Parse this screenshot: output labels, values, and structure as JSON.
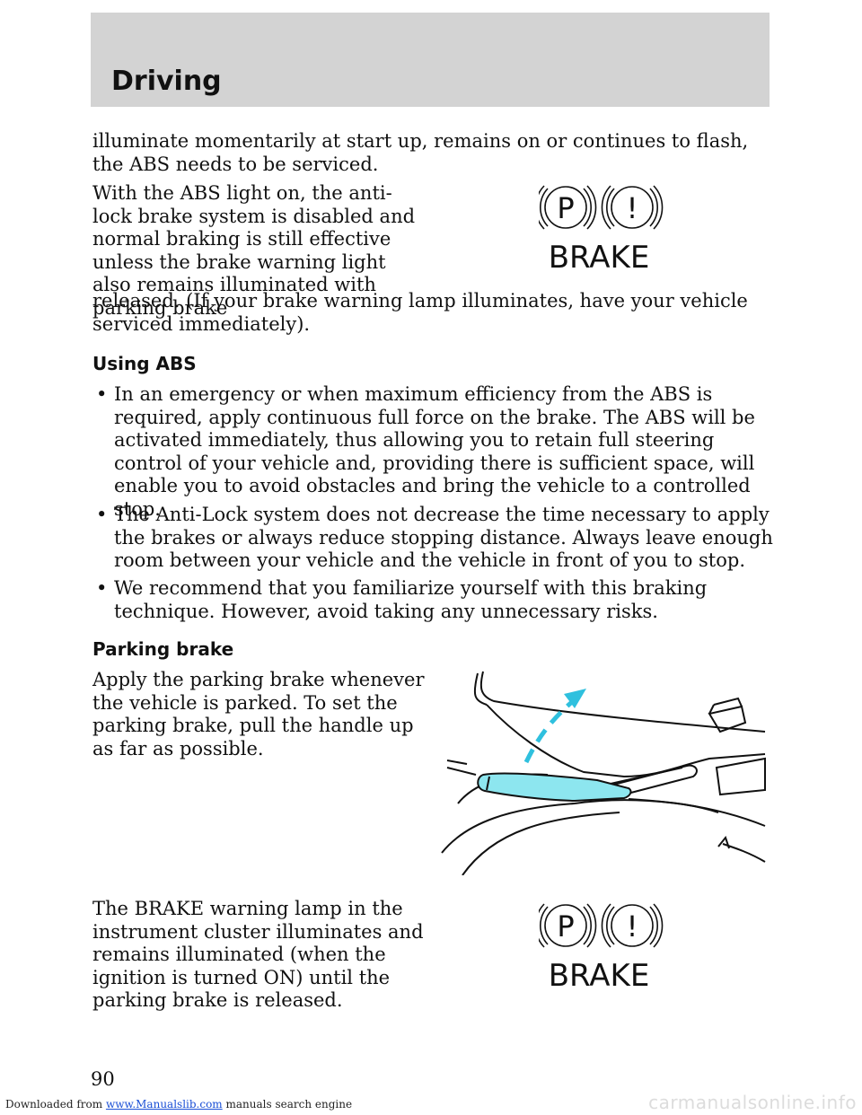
{
  "header": {
    "title": "Driving"
  },
  "paragraphs": {
    "p1": "illuminate momentarily at start up, remains on or continues to flash, the ABS needs to be serviced.",
    "p2_wrap": "With the ABS light on, the anti-lock brake system is disabled and normal braking is still effective unless the brake warning light also remains illuminated with parking brake",
    "p2_full": "released. (If your brake warning lamp illuminates, have your vehicle serviced immediately)."
  },
  "sections": {
    "using_abs": {
      "heading": "Using ABS",
      "bullets": [
        "In an emergency or when maximum efficiency from the ABS is required, apply continuous full force on the brake. The ABS will be activated immediately, thus allowing you to retain full steering control of your vehicle and, providing there is sufficient space, will enable you to avoid obstacles and bring the vehicle to a controlled stop.",
        "The Anti-Lock system does not decrease the time necessary to apply the brakes or always reduce stopping distance. Always leave enough room between your vehicle and the vehicle in front of you to stop.",
        "We recommend that you familiarize yourself with this braking technique. However, avoid taking any unnecessary risks."
      ]
    },
    "parking_brake": {
      "heading": "Parking brake",
      "p1": "Apply the parking brake whenever the vehicle is parked. To set the parking brake, pull the handle up as far as possible.",
      "p2": "The BRAKE warning lamp in the instrument cluster illuminates and remains illuminated (when the ignition is turned ON) until the parking brake is released."
    }
  },
  "brake_icon": {
    "p": "P",
    "exclaim": "!",
    "label": "BRAKE"
  },
  "page_number": "90",
  "footer": {
    "prefix": "Downloaded from ",
    "link": "www.Manualslib.com",
    "suffix": " manuals search engine"
  },
  "watermark": "carmanualsonline.info",
  "colors": {
    "header_bg": "#d3d3d3",
    "handle": "#8de6ef",
    "arrow": "#2fc0de"
  }
}
